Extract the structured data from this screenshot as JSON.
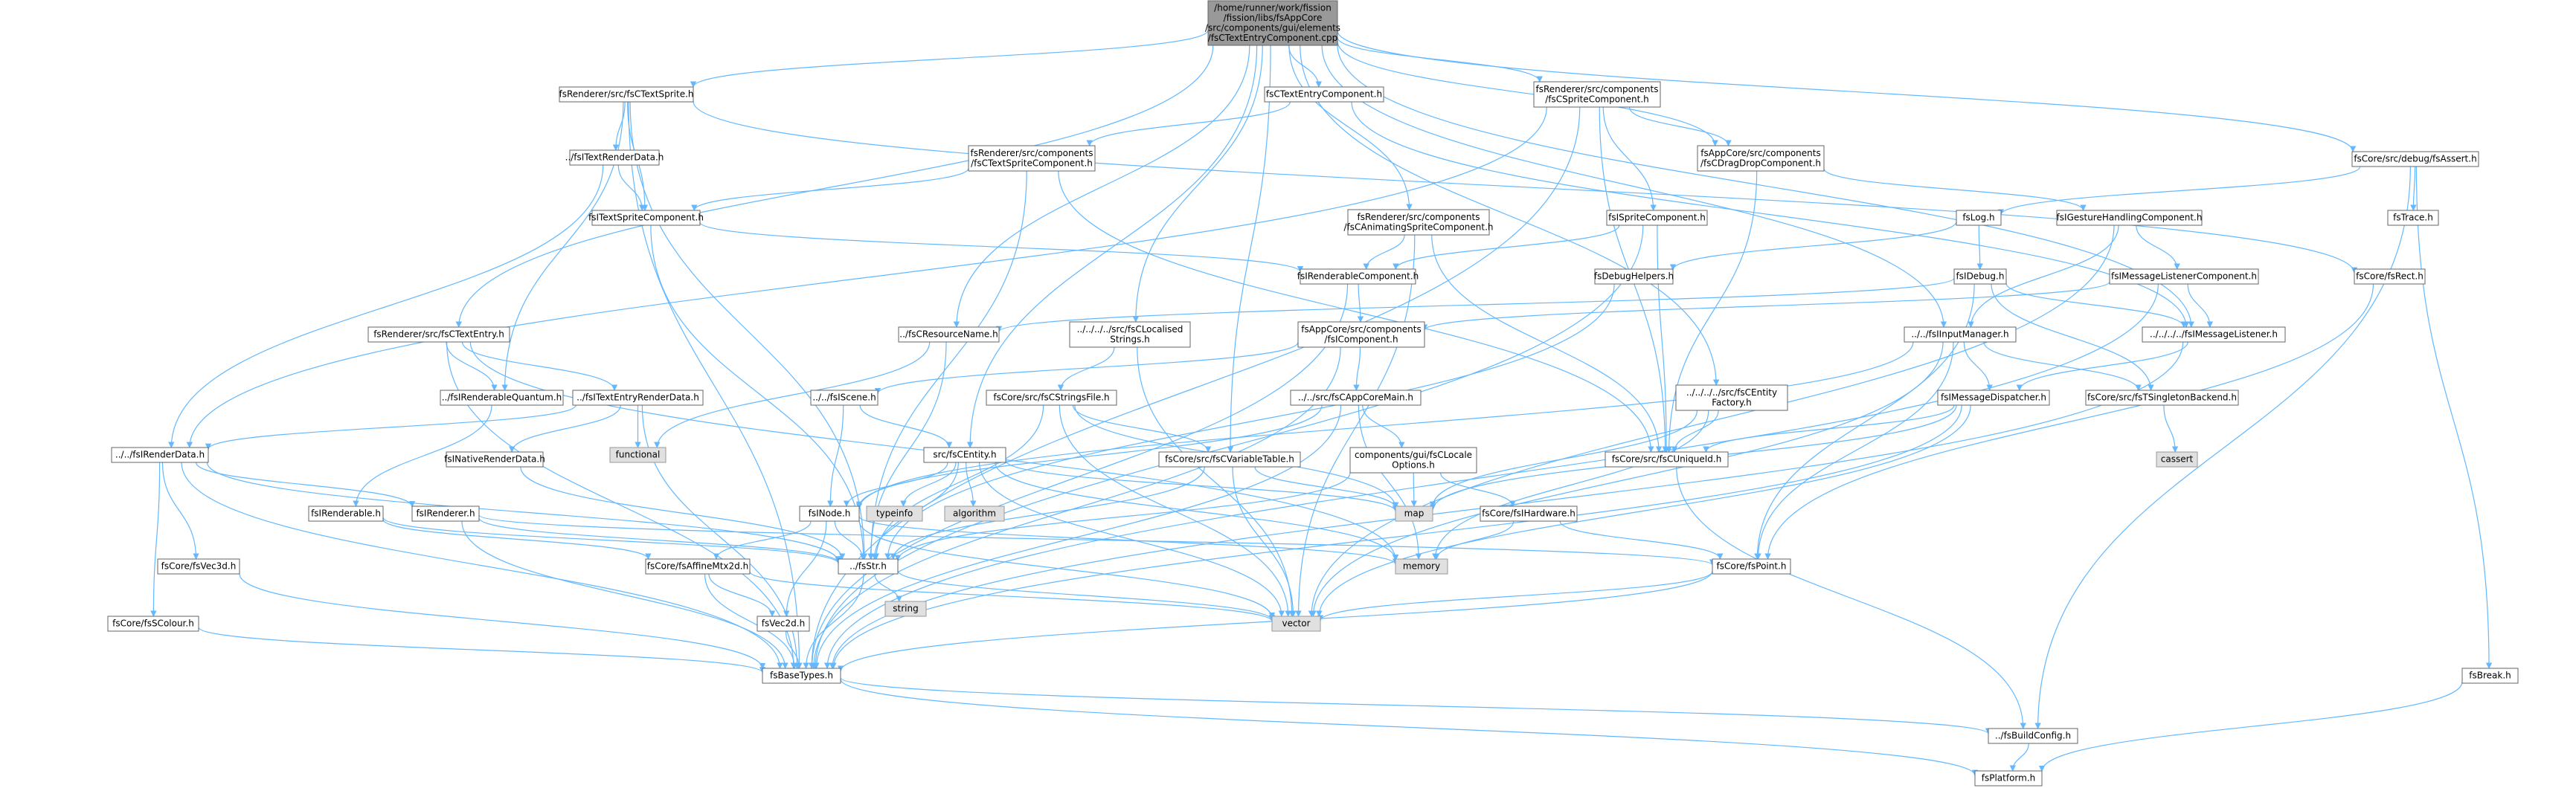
{
  "colors": {
    "edge": "#63b8ff",
    "root_fill": "#999999",
    "system_fill": "#e0e0e0",
    "node_border": "#666666"
  },
  "nodes": [
    {
      "id": "root",
      "lines": [
        "/home/runner/work/fission",
        "/fission/libs/fsAppCore",
        "/src/components/gui/elements",
        "/fsCTextEntryComponent.cpp"
      ],
      "kind": "root"
    },
    {
      "id": "n_textsprite",
      "lines": [
        "fsRenderer/src/fsCTextSprite.h"
      ]
    },
    {
      "id": "n_ctextentrycomp",
      "lines": [
        "fsCTextEntryComponent.h"
      ]
    },
    {
      "id": "n_cspritecomp",
      "lines": [
        "fsRenderer/src/components",
        "/fsCSpriteComponent.h"
      ]
    },
    {
      "id": "n_debugassert",
      "lines": [
        "fsCore/src/debug/fsAssert.h"
      ]
    },
    {
      "id": "n_itextrenderdata",
      "lines": [
        "../fsITextRenderData.h"
      ]
    },
    {
      "id": "n_ctextspritecomp",
      "lines": [
        "fsRenderer/src/components",
        "/fsCTextSpriteComponent.h"
      ]
    },
    {
      "id": "n_cdragdrop",
      "lines": [
        "fsAppCore/src/components",
        "/fsCDragDropComponent.h"
      ]
    },
    {
      "id": "n_canimsprite",
      "lines": [
        "fsRenderer/src/components",
        "/fsCAnimatingSpriteComponent.h"
      ]
    },
    {
      "id": "n_itextspritecomp",
      "lines": [
        "fsITextSpriteComponent.h"
      ]
    },
    {
      "id": "n_ispritecomp",
      "lines": [
        "fsISpriteComponent.h"
      ]
    },
    {
      "id": "n_log",
      "lines": [
        "fsLog.h"
      ]
    },
    {
      "id": "n_igesture",
      "lines": [
        "fsIGestureHandlingComponent.h"
      ]
    },
    {
      "id": "n_trace",
      "lines": [
        "fsTrace.h"
      ]
    },
    {
      "id": "n_irendercomp",
      "lines": [
        "fsIRenderableComponent.h"
      ]
    },
    {
      "id": "n_debughelpers",
      "lines": [
        "fsDebugHelpers.h"
      ]
    },
    {
      "id": "n_idebug",
      "lines": [
        "fsIDebug.h"
      ]
    },
    {
      "id": "n_imsglistenercomp",
      "lines": [
        "fsIMessageListenerComponent.h"
      ]
    },
    {
      "id": "n_rect",
      "lines": [
        "fsCore/fsRect.h"
      ]
    },
    {
      "id": "n_ctextentry",
      "lines": [
        "fsRenderer/src/fsCTextEntry.h"
      ]
    },
    {
      "id": "n_cresname",
      "lines": [
        "../fsCResourceName.h"
      ]
    },
    {
      "id": "n_clocalised",
      "lines": [
        "../../../../src/fsCLocalised",
        "Strings.h"
      ]
    },
    {
      "id": "n_icomponent",
      "lines": [
        "fsAppCore/src/components",
        "/fsIComponent.h"
      ]
    },
    {
      "id": "n_iinputmgr",
      "lines": [
        "../../fsIInputManager.h"
      ]
    },
    {
      "id": "n_imsglistener",
      "lines": [
        "../../../../fsIMessageListener.h"
      ]
    },
    {
      "id": "n_irenderquantum",
      "lines": [
        "../fsIRenderableQuantum.h"
      ]
    },
    {
      "id": "n_itextentryrd",
      "lines": [
        "../fsITextEntryRenderData.h"
      ]
    },
    {
      "id": "n_iscene",
      "lines": [
        "../../fsIScene.h"
      ]
    },
    {
      "id": "n_cstringsfile",
      "lines": [
        "fsCore/src/fsCStringsFile.h"
      ]
    },
    {
      "id": "n_cappcoremain",
      "lines": [
        "../../src/fsCAppCoreMain.h"
      ]
    },
    {
      "id": "n_centityfactory",
      "lines": [
        "../../../../src/fsCEntity",
        "Factory.h"
      ]
    },
    {
      "id": "n_imsgdispatcher",
      "lines": [
        "fsIMessageDispatcher.h"
      ]
    },
    {
      "id": "n_tsingleton",
      "lines": [
        "fsCore/src/fsTSingletonBackend.h"
      ]
    },
    {
      "id": "n_functional",
      "lines": [
        "functional"
      ],
      "kind": "sys"
    },
    {
      "id": "n_irenderdata",
      "lines": [
        "../../fsIRenderData.h"
      ]
    },
    {
      "id": "n_inativerd",
      "lines": [
        "fsINativeRenderData.h"
      ]
    },
    {
      "id": "n_centity",
      "lines": [
        "src/fsCEntity.h"
      ]
    },
    {
      "id": "n_cvartable",
      "lines": [
        "fsCore/src/fsCVariableTable.h"
      ]
    },
    {
      "id": "n_clocaleopts",
      "lines": [
        "components/gui/fsCLocale",
        "Options.h"
      ]
    },
    {
      "id": "n_cuniqueid",
      "lines": [
        "fsCore/src/fsCUniqueId.h"
      ]
    },
    {
      "id": "n_cassert",
      "lines": [
        "cassert"
      ],
      "kind": "sys"
    },
    {
      "id": "n_irenderable",
      "lines": [
        "fsIRenderable.h"
      ]
    },
    {
      "id": "n_irenderer",
      "lines": [
        "fsIRenderer.h"
      ]
    },
    {
      "id": "n_typeinfo",
      "lines": [
        "typeinfo"
      ],
      "kind": "sys"
    },
    {
      "id": "n_algorithm",
      "lines": [
        "algorithm"
      ],
      "kind": "sys"
    },
    {
      "id": "n_inode",
      "lines": [
        "fsINode.h"
      ]
    },
    {
      "id": "n_map",
      "lines": [
        "map"
      ],
      "kind": "sys"
    },
    {
      "id": "n_ihardware",
      "lines": [
        "fsCore/fsIHardware.h"
      ]
    },
    {
      "id": "n_vec3d",
      "lines": [
        "fsCore/fsVec3d.h"
      ]
    },
    {
      "id": "n_affine",
      "lines": [
        "fsCore/fsAffineMtx2d.h"
      ]
    },
    {
      "id": "n_str",
      "lines": [
        "../fsStr.h"
      ]
    },
    {
      "id": "n_memory",
      "lines": [
        "memory"
      ],
      "kind": "sys"
    },
    {
      "id": "n_point",
      "lines": [
        "fsCore/fsPoint.h"
      ]
    },
    {
      "id": "n_string",
      "lines": [
        "string"
      ],
      "kind": "sys"
    },
    {
      "id": "n_vector",
      "lines": [
        "vector"
      ],
      "kind": "sys"
    },
    {
      "id": "n_scolour",
      "lines": [
        "fsCore/fsSColour.h"
      ]
    },
    {
      "id": "n_vec2d",
      "lines": [
        "fsVec2d.h"
      ]
    },
    {
      "id": "n_basetypes",
      "lines": [
        "fsBaseTypes.h"
      ]
    },
    {
      "id": "n_break",
      "lines": [
        "fsBreak.h"
      ]
    },
    {
      "id": "n_buildconfig",
      "lines": [
        "../fsBuildConfig.h"
      ]
    },
    {
      "id": "n_platform",
      "lines": [
        "fsPlatform.h"
      ]
    }
  ]
}
